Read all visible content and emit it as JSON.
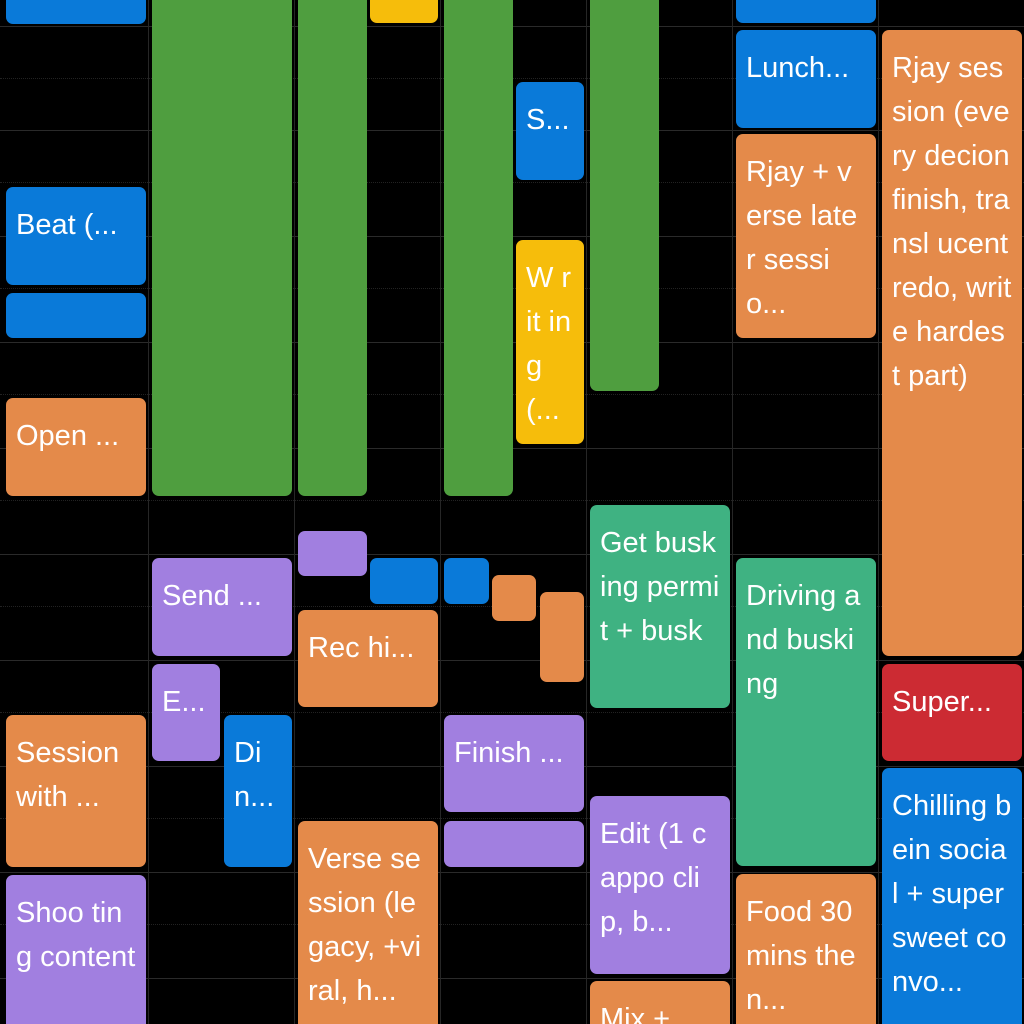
{
  "colors": {
    "blue": "#0a7ad9",
    "green": "#4f9e3f",
    "orange": "#e48a4a",
    "purple": "#a17fe0",
    "yellow": "#f6bd0b",
    "teal": "#3fb282",
    "red": "#cc2b33"
  },
  "events": {
    "lunch": "Lunch...",
    "s_short": "S...",
    "rjay_session": "Rjay session (every decion finish, transl ucent redo, write hardest part)",
    "rjay_verse": "Rjay + verse later sessio...",
    "beat": "Beat (...",
    "writing": "W rit ing (...",
    "open": "Open ...",
    "get_busking": "Get busking permit + busk",
    "driving_busking": "Driving and busking",
    "send": "Send ...",
    "rec_hi": "Rec hi...",
    "e_short": "E...",
    "super": "Super...",
    "session_with": "Session with ...",
    "di_n": "Di n...",
    "finish": "Finish ...",
    "chilling": "Chilling bein social + super sweet convo...",
    "edit": "Edit (1 cappo clip, b...",
    "verse_session": "Verse session (legacy, +viral, h...",
    "shooting": "Shoo ting content",
    "food": "Food 30mins then...",
    "mix": "Mix + ..."
  }
}
